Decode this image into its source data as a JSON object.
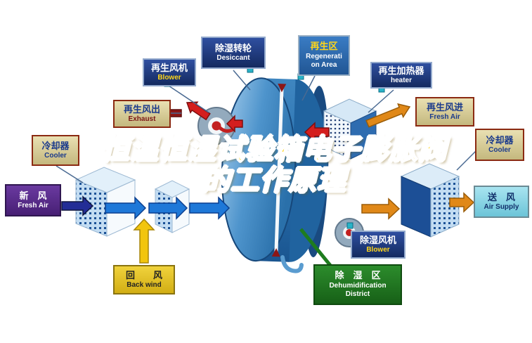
{
  "title": {
    "line1": "恒温恒湿试验箱电子膨胀阀",
    "line2": "的工作原理"
  },
  "labels": {
    "regen_blower": {
      "zh": "再生风机",
      "en": "Blower"
    },
    "desiccant": {
      "zh": "除湿转轮",
      "en": "Desiccant"
    },
    "regen_area": {
      "zh": "再生区",
      "en1": "Regenerati",
      "en2": "on Area"
    },
    "regen_heater": {
      "zh": "再生加热器",
      "en": "heater"
    },
    "exhaust": {
      "zh": "再生风出",
      "en": "Exhaust"
    },
    "cooler_left": {
      "zh": "冷却器",
      "en": "Cooler"
    },
    "regen_fresh_air": {
      "zh": "再生风进",
      "en": "Fresh Air"
    },
    "cooler_right": {
      "zh": "冷却器",
      "en": "Cooler"
    },
    "fresh_air": {
      "zh": "新　风",
      "en": "Fresh Air"
    },
    "air_supply": {
      "zh": "送　风",
      "en": "Air Supply"
    },
    "back_wind": {
      "zh": "回　　风",
      "en": "Back wind"
    },
    "dehumid_blower": {
      "zh": "除湿风机",
      "en": "Blower"
    },
    "dehumid_district": {
      "zh": "除　湿　区",
      "en1": "Dehumidification",
      "en2": "District"
    }
  },
  "icons": {
    "fan_left": "blower-fan-icon",
    "fan_right": "blower-fan-icon",
    "wheel": "desiccant-rotor-wheel"
  },
  "colors": {
    "title_fill": "#ffd20a",
    "title_outline": "#ffffff",
    "navy_box": "#142a60",
    "tan_box": "#d6cc96",
    "purple_box": "#5a2d8a",
    "cyan_box": "#8adce8",
    "yellow_box": "#e6c51e",
    "green_box": "#1e7c1e",
    "blue_arrow": "#1e78d8",
    "orange_arrow": "#e08818",
    "red_arrow": "#d41e1e",
    "dark_red_arrow": "#8c1616",
    "yellow_arrow": "#f2c50e",
    "wheel_blue": "#2e74ac"
  }
}
